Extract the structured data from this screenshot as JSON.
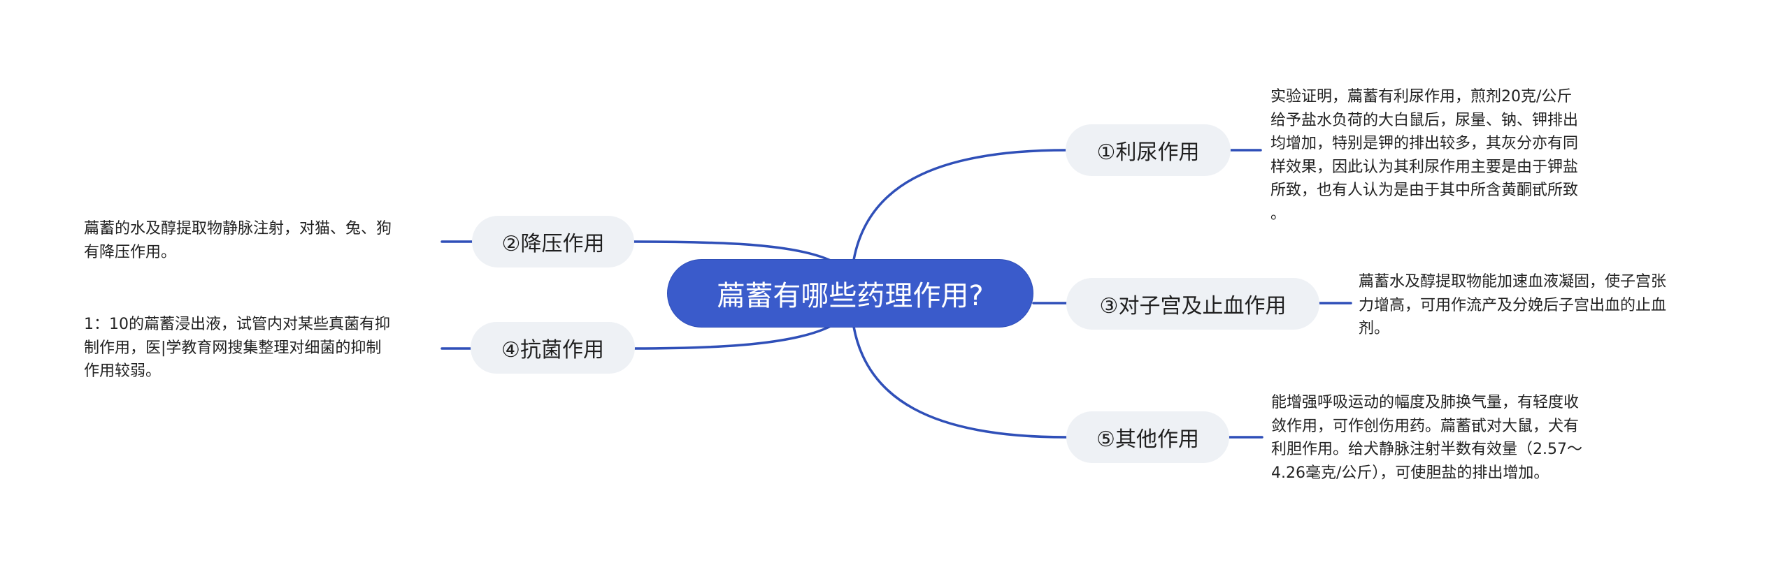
{
  "mindmap": {
    "root": {
      "label": "萹蓄有哪些药理作用?"
    },
    "colors": {
      "root_fill": "#3a5bcb",
      "branch_fill": "#eef1f5",
      "link": "#2f4fb8",
      "text": "#222222",
      "root_text": "#ffffff"
    },
    "branches": [
      {
        "label": "①利尿作用",
        "side": "right",
        "note": "实验证明，萹蓄有利尿作用，煎剂20克/公斤\n给予盐水负荷的大白鼠后，尿量、钠、钾排出\n均增加，特别是钾的排出较多，其灰分亦有同\n样效果，因此认为其利尿作用主要是由于钾盐\n所致，也有人认为是由于其中所含黄酮甙所致\n。"
      },
      {
        "label": "②降压作用",
        "side": "left",
        "note": "萹蓄的水及醇提取物静脉注射，对猫、兔、狗\n有降压作用。"
      },
      {
        "label": "③对子宫及止血作用",
        "side": "right",
        "note": "萹蓄水及醇提取物能加速血液凝固，使子宫张\n力增高，可用作流产及分娩后子宫出血的止血\n剂。"
      },
      {
        "label": "④抗菌作用",
        "side": "left",
        "note": "1：10的萹蓄浸出液，试管内对某些真菌有抑\n制作用，医|学教育网搜集整理对细菌的抑制\n作用较弱。"
      },
      {
        "label": "⑤其他作用",
        "side": "right",
        "note": "能增强呼吸运动的幅度及肺换气量，有轻度收\n敛作用，可作创伤用药。萹蓄甙对大鼠，犬有\n利胆作用。给犬静脉注射半数有效量（2.57～\n4.26毫克/公斤），可使胆盐的排出增加。"
      }
    ]
  }
}
